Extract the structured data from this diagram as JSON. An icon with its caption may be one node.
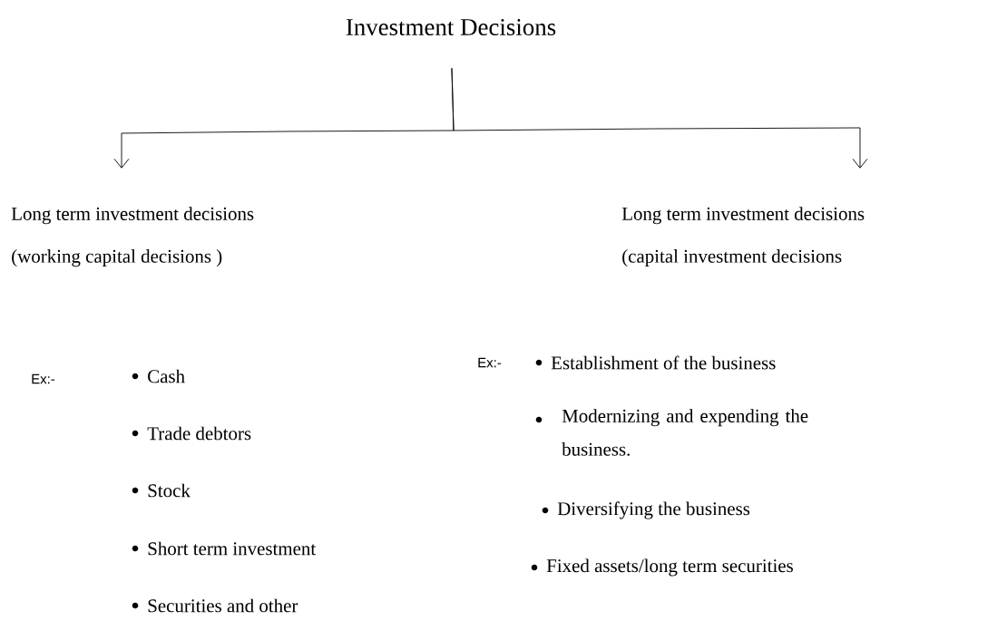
{
  "diagram": {
    "nodes": [
      {
        "text": [
          "Investment Decisions"
        ]
      },
      {
        "text": [
          "Long term investment decisions",
          "(working capital decisions )"
        ]
      },
      {
        "text": [
          "Long term investment decisions",
          "(capital investment decisions"
        ]
      }
    ],
    "edges": [
      {
        "from": 0,
        "to": 1,
        "arrow": "to"
      },
      {
        "from": 0,
        "to": 2,
        "arrow": "to"
      }
    ],
    "labels": [
      "Ex:-",
      "Cash",
      "Ex:-",
      "Establishment of the business",
      "Trade debtors",
      "Modernizing and expending the business.",
      "Stock",
      "Diversifying the business",
      "Short term investment",
      "Fixed assets/long term securities",
      "Securities and other"
    ]
  }
}
